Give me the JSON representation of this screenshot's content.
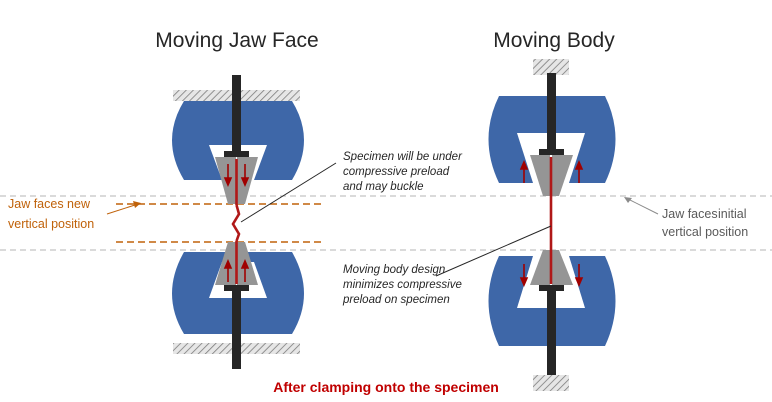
{
  "titles": {
    "left": "Moving Jaw Face",
    "right": "Moving Body"
  },
  "labels": {
    "left_side": [
      "Jaw faces new",
      "vertical position"
    ],
    "right_side": [
      "Jaw faces",
      "initial",
      "vertical position"
    ]
  },
  "annotations": {
    "top": [
      "Specimen will be under",
      "compressive preload",
      "and may buckle"
    ],
    "bottom": [
      "Moving body design",
      "minimizes compressive",
      "preload on specimen"
    ]
  },
  "caption": "After clamping onto the specimen",
  "colors": {
    "jaw_body": "#3e67a8",
    "wedge": "#959595",
    "rod": "#262626",
    "specimen": "#b01818",
    "arrow": "#a00000",
    "hatch": "#8a8a8a",
    "orange_label": "#c0620a",
    "gray_label": "#5a5a5a",
    "caption": "#c00000"
  }
}
